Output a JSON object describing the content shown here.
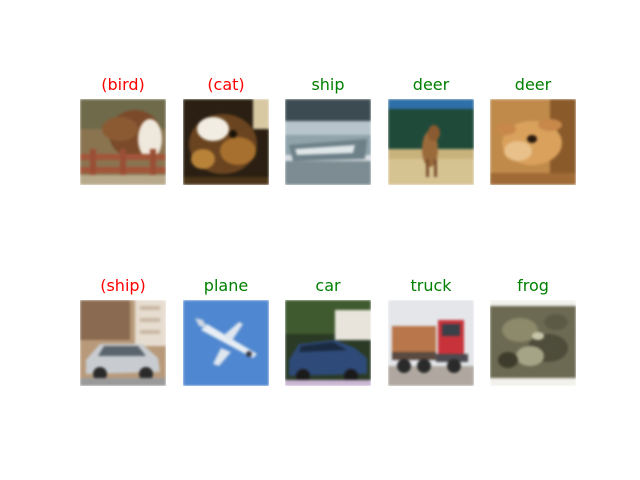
{
  "figure": {
    "correct_color": "#008000",
    "wrong_color": "#ff0000",
    "items": [
      {
        "label": "(bird)",
        "correct": false,
        "depicts": "horse"
      },
      {
        "label": "(cat)",
        "correct": false,
        "depicts": "frog"
      },
      {
        "label": "ship",
        "correct": true,
        "depicts": "ship"
      },
      {
        "label": "deer",
        "correct": true,
        "depicts": "deer"
      },
      {
        "label": "deer",
        "correct": true,
        "depicts": "deer-head"
      },
      {
        "label": "(ship)",
        "correct": false,
        "depicts": "car"
      },
      {
        "label": "plane",
        "correct": true,
        "depicts": "plane"
      },
      {
        "label": "car",
        "correct": true,
        "depicts": "car-blue"
      },
      {
        "label": "truck",
        "correct": true,
        "depicts": "truck"
      },
      {
        "label": "frog",
        "correct": true,
        "depicts": "frog-camouflage"
      }
    ]
  }
}
